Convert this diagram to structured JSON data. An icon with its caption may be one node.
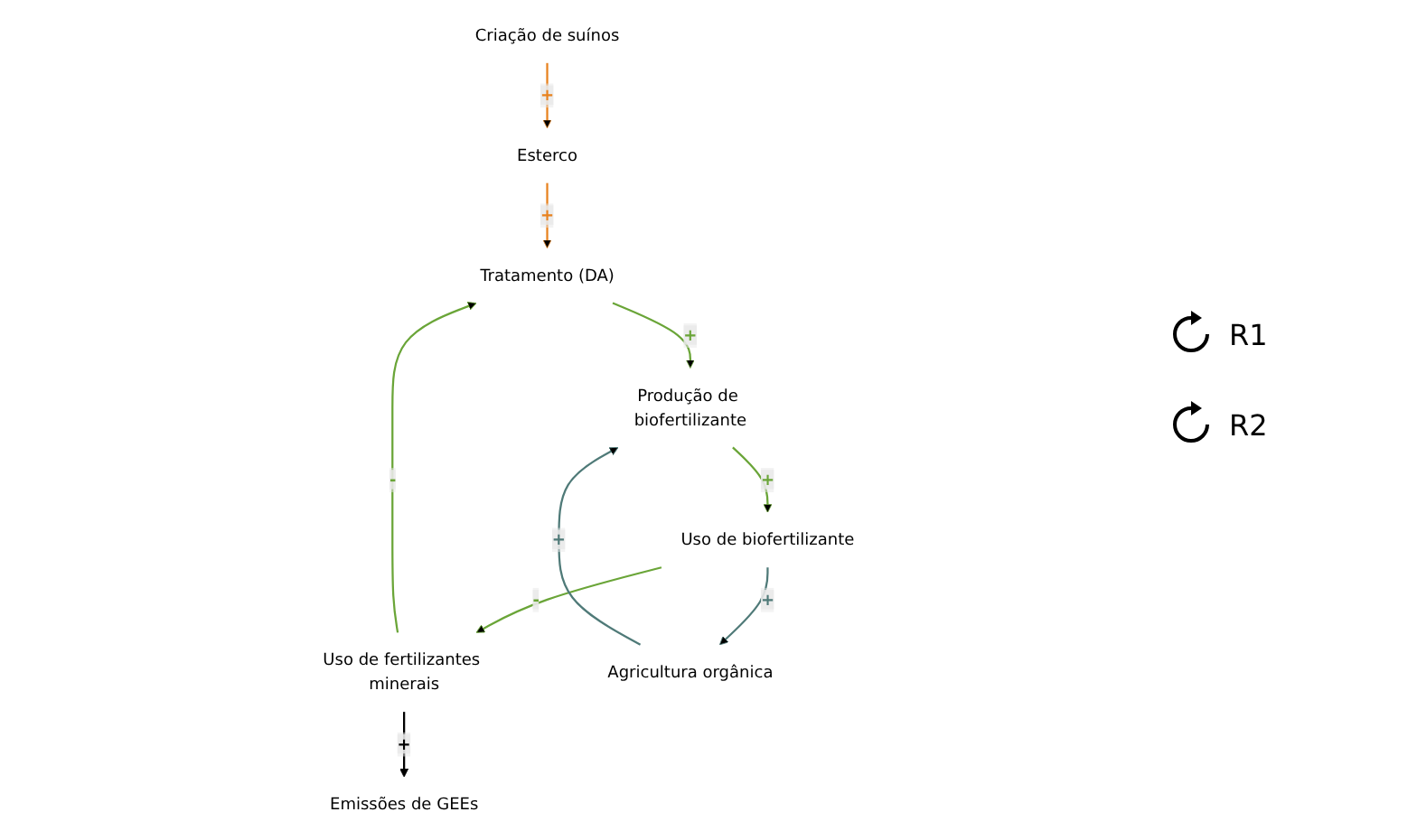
{
  "diagram": {
    "nodes": [
      {
        "text": [
          "Criação de suínos"
        ]
      },
      {
        "text": [
          "Esterco"
        ]
      },
      {
        "text": [
          "Tratamento (DA)"
        ]
      },
      {
        "text": [
          "Produção de biofertilizante"
        ]
      },
      {
        "text": [
          "Uso de biofertilizante"
        ]
      },
      {
        "text": [
          "Uso de fertilizantes minerais"
        ]
      },
      {
        "text": [
          "Emissões de GEEs"
        ]
      },
      {
        "text": [
          "Agricultura orgânica"
        ]
      }
    ],
    "edges": [
      {
        "from": 0,
        "to": 1,
        "arrow": "to",
        "label": "+",
        "color": "#e8821e"
      },
      {
        "from": 1,
        "to": 2,
        "arrow": "to",
        "label": "+",
        "color": "#e8821e"
      },
      {
        "from": 2,
        "to": 3,
        "arrow": "to",
        "label": "+"
      },
      {
        "from": 3,
        "to": 4,
        "arrow": "to",
        "label": "+"
      },
      {
        "from": 4,
        "to": 5,
        "arrow": "to",
        "label": "-"
      },
      {
        "from": 5,
        "to": 2,
        "arrow": "to",
        "label": "-"
      },
      {
        "from": 5,
        "to": 6,
        "arrow": "to",
        "label": "+",
        "color": "#000000"
      },
      {
        "from": 4,
        "to": 7,
        "arrow": "to",
        "label": "+",
        "color": "#4f7a78"
      },
      {
        "from": 7,
        "to": 3,
        "arrow": "to",
        "label": "+",
        "color": "#4f7a78"
      }
    ],
    "labels": [
      "R1",
      "R2"
    ]
  }
}
